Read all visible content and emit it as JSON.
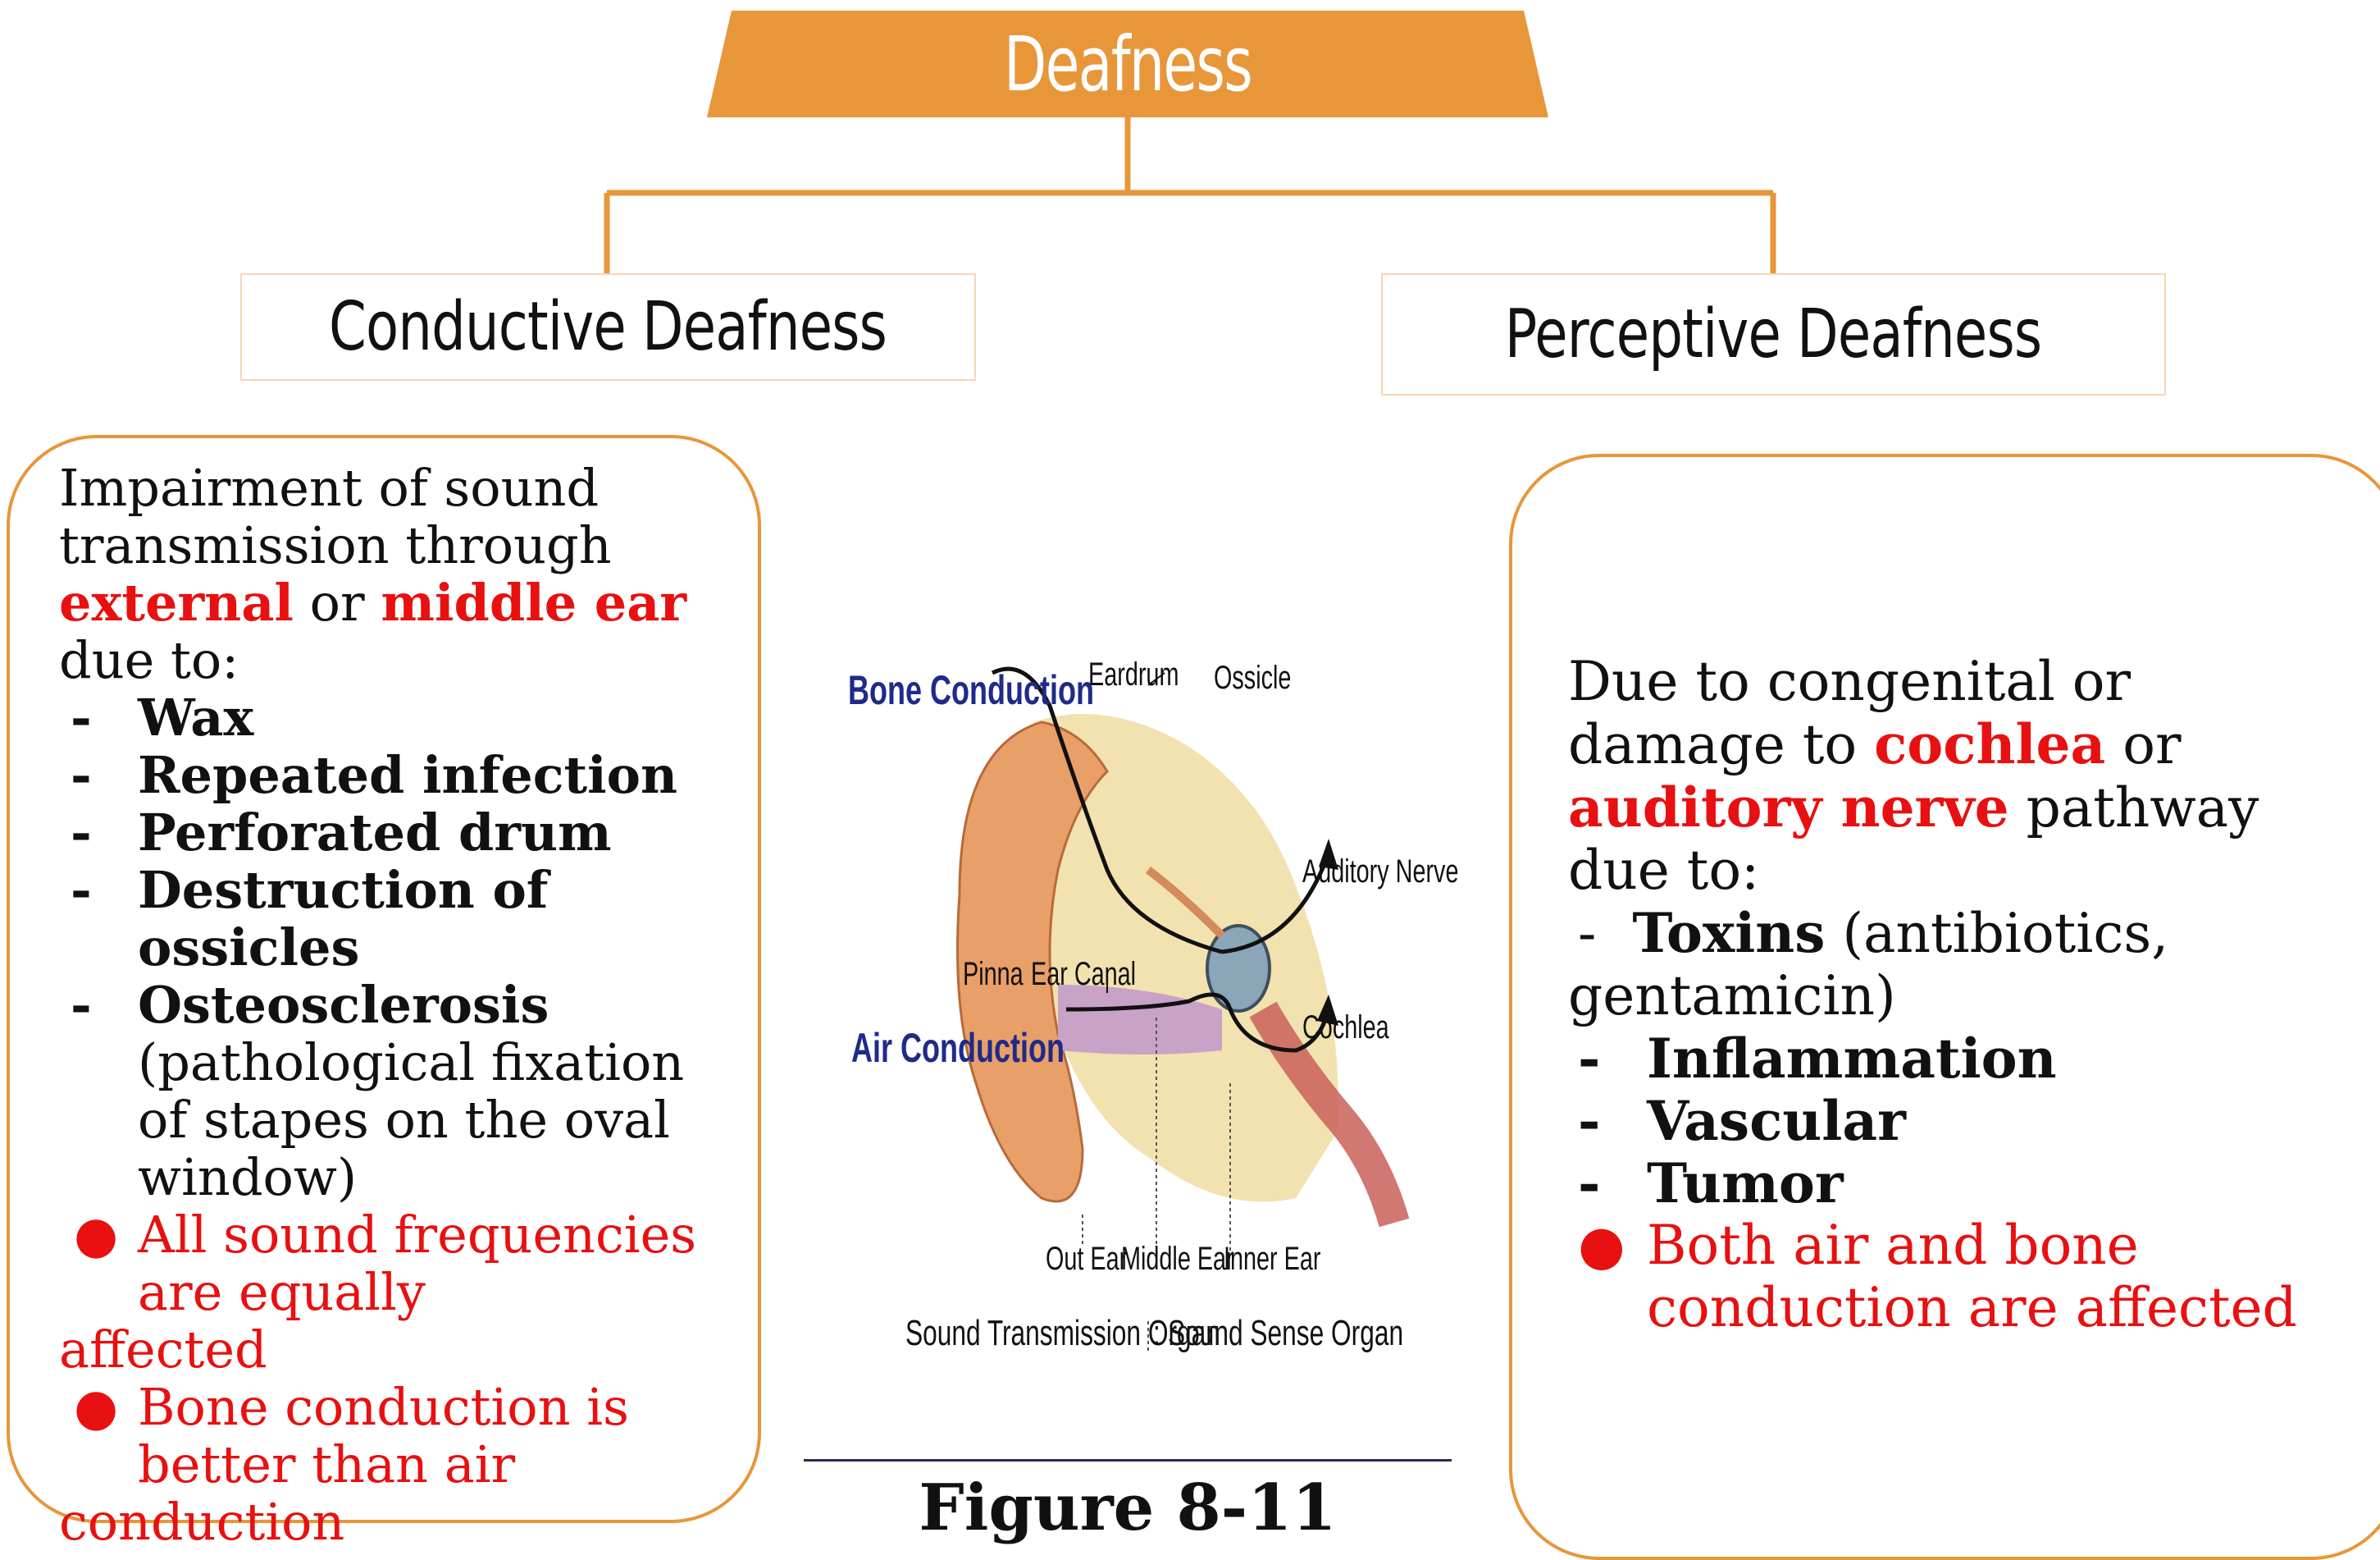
{
  "title": "Deafness",
  "colors": {
    "accent": "#e8963a",
    "highlight": "#e81010",
    "figure_blue": "#1f2a8a"
  },
  "conductive": {
    "heading": "Conductive Deafness",
    "intro_1": "Impairment of sound transmission through ",
    "hl_1": "external",
    "intro_2": " or ",
    "hl_2": "middle ear",
    "intro_3": " due to:",
    "causes": [
      "Wax",
      "Repeated infection",
      "Perforated drum",
      "Destruction of ossicles",
      "Osteosclerosis"
    ],
    "osteo_note": "(pathological fixation of stapes on the oval window)",
    "dash": "-",
    "bullet": "●",
    "point_1_a": "All  sound frequencies are equally",
    "point_1_b": "affected",
    "point_2_a": "Bone conduction is better than air",
    "point_2_b": "conduction"
  },
  "perceptive": {
    "heading": "Perceptive Deafness",
    "intro_1": "Due to congenital or damage to ",
    "hl_1": "cochlea",
    "intro_2": " or ",
    "hl_2": "auditory nerve",
    "intro_3": " pathway due to:",
    "toxins": "Toxins",
    "toxins_note": " (antibiotics, gentamicin)",
    "causes": [
      "Inflammation",
      "Vascular",
      "Tumor"
    ],
    "dash": "-",
    "bullet": "●",
    "point_1": "Both air and bone conduction are affected"
  },
  "figure": {
    "labels": {
      "bone_conduction": "Bone Conduction",
      "eardrum": "Eardrum",
      "ossicle": "Ossicle",
      "auditory_nerve": "Auditory Nerve",
      "pinna": "Pinna",
      "ear_canal": "Ear Canal",
      "air_conduction": "Air Conduction",
      "cochlea": "Cochlea",
      "out_ear": "Out Ear",
      "middle_ear": "Middle Ear",
      "inner_ear": "Inner Ear",
      "sound_transmission_organ": "Sound Transmission Organ",
      "separator": ":",
      "sound_sense_organ": "Sound Sense Organ"
    },
    "caption": "Figure 8-11"
  }
}
